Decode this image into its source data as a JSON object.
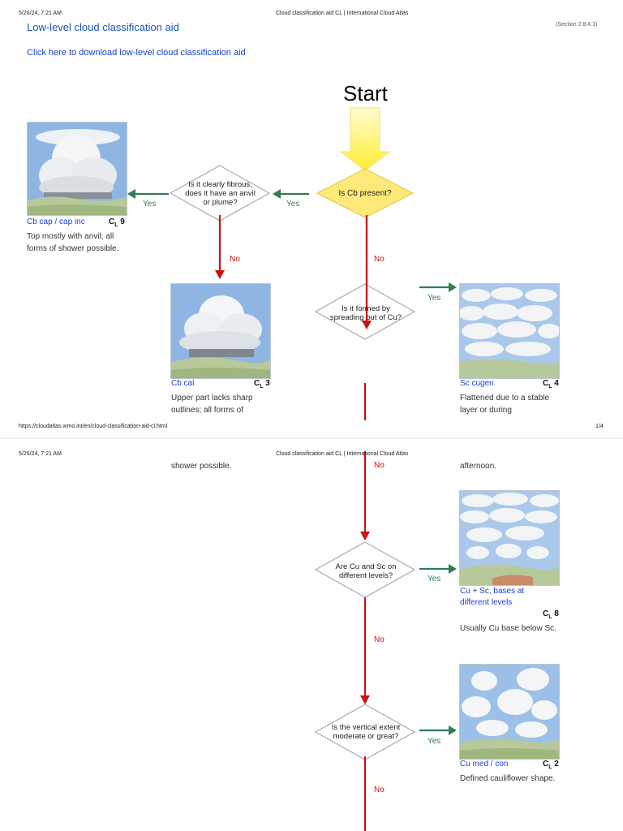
{
  "page1": {
    "header_left": "5/26/24, 7:21 AM",
    "header_center": "Cloud classification aid CL | International Cloud Atlas",
    "title": "Low-level cloud classification aid",
    "section": "(Section 2.8.4.1)",
    "download_link": "Click here to download low-level cloud classification aid",
    "start": "Start",
    "footer_left": "https://cloudatlas.wmo.int/en/cloud-classification-aid-cl.html",
    "footer_right": "1/4"
  },
  "page2": {
    "header_left": "5/26/24, 7:21 AM",
    "header_center": "Cloud classification aid CL | International Cloud Atlas"
  },
  "questions": {
    "cb_present": "Is Cb present?",
    "fibrous": "Is it clearly fibrous, does it have an anvil or plume?",
    "spreading": "Is it formed by spreading out of Cu?",
    "cu_sc_levels": "Are Cu and Sc on different levels?",
    "vertical": "Is the vertical extent moderate or great?"
  },
  "labels": {
    "yes": "Yes",
    "no": "No"
  },
  "cards": {
    "cb_cap": {
      "name": "Cb cap / cap inc",
      "code_main": "C",
      "code_sub": "L",
      "code_num": "9",
      "desc": "Top mostly with anvil; all forms of shower possible."
    },
    "cb_cal": {
      "name": "Cb cal",
      "code_main": "C",
      "code_sub": "L",
      "code_num": "3",
      "desc_p1": "Upper part lacks sharp outlines; all forms of",
      "desc_p2": "shower possible."
    },
    "sc_cugen": {
      "name": "Sc cugen",
      "code_main": "C",
      "code_sub": "L",
      "code_num": "4",
      "desc_p1": "Flattened due to a stable layer or during",
      "desc_p2": "afternoon."
    },
    "cu_sc": {
      "name": "Cu + Sc, bases at different levels",
      "code_main": "C",
      "code_sub": "L",
      "code_num": "8",
      "desc": "Usually Cu base below Sc."
    },
    "cu_med": {
      "name": "Cu med / con",
      "code_main": "C",
      "code_sub": "L",
      "code_num": "2",
      "desc": "Defined cauliflower shape."
    }
  },
  "colors": {
    "yes_arrow": "#2f7d55",
    "no_arrow": "#cc1111",
    "start_arrow": "#ffee33",
    "cb_diamond": "#ffe97a",
    "link": "#1a3fd1"
  }
}
